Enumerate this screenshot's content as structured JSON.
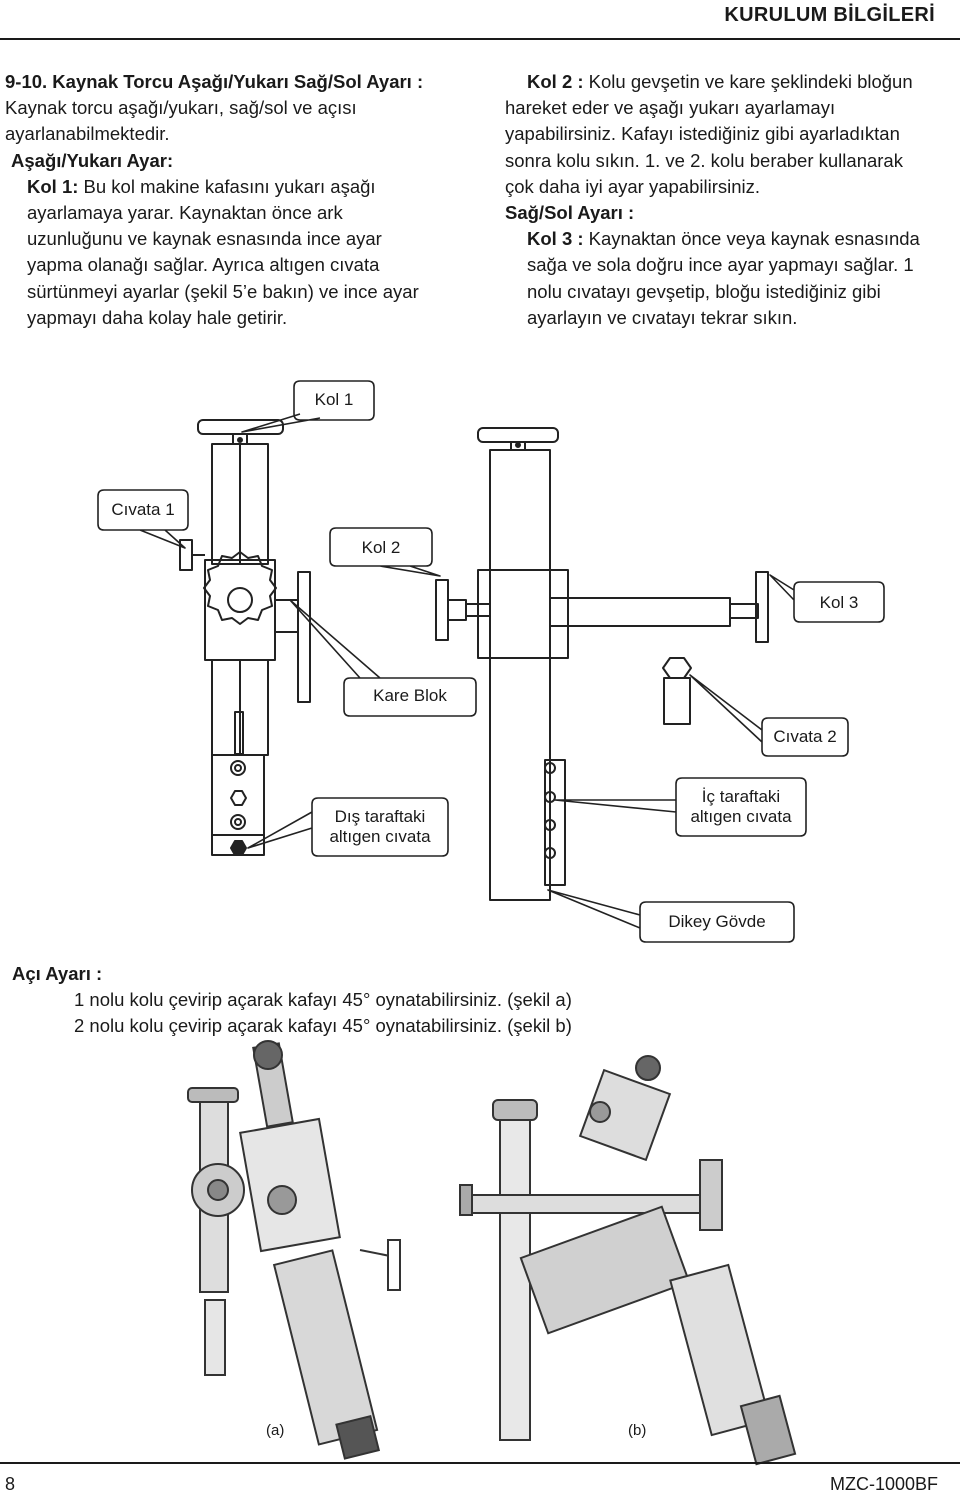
{
  "header": {
    "title": "KURULUM BİLGİLERİ"
  },
  "left_col": {
    "heading": "9-10. Kaynak Torcu Aşağı/Yukarı Sağ/Sol Ayarı :",
    "intro_1": "Kaynak torcu aşağı/yukarı, sağ/sol ve açısı",
    "intro_2": "ayarlanabilmektedir.",
    "sub_heading": "Aşağı/Yukarı Ayar:",
    "kol1_label": "Kol 1:",
    "kol1_text_1": " Bu kol makine kafasını yukarı aşağı",
    "kol1_text_2": "ayarlamaya yarar. Kaynaktan önce ark",
    "kol1_text_3": "uzunluğunu ve kaynak esnasında ince ayar",
    "kol1_text_4": "yapma olanağı sağlar. Ayrıca altıgen cıvata",
    "kol1_text_5": "sürtünmeyi ayarlar (şekil 5’e bakın) ve ince ayar",
    "kol1_text_6": "yapmayı daha kolay hale getirir."
  },
  "right_col": {
    "kol2_label": "Kol 2 :",
    "kol2_text_1": " Kolu gevşetin ve kare şeklindeki bloğun",
    "kol2_text_2": "hareket eder ve aşağı yukarı ayarlamayı",
    "kol2_text_3": "yapabilirsiniz. Kafayı istediğiniz gibi ayarladıktan",
    "kol2_text_4": "sonra kolu sıkın. 1. ve 2. kolu beraber kullanarak",
    "kol2_text_5": "çok daha iyi ayar yapabilirsiniz.",
    "sub_heading": "Sağ/Sol Ayarı :",
    "kol3_label": "Kol 3 :",
    "kol3_text_1": " Kaynaktan önce veya kaynak esnasında",
    "kol3_text_2": "sağa ve sola doğru ince ayar yapmayı sağlar. 1",
    "kol3_text_3": "nolu cıvatayı gevşetip, bloğu istediğiniz gibi",
    "kol3_text_4": "ayarlayın ve cıvatayı tekrar sıkın."
  },
  "diagram": {
    "kol1": "Kol 1",
    "civata1": "Cıvata 1",
    "kol2": "Kol 2",
    "kol3": "Kol 3",
    "kare_blok": "Kare Blok",
    "civata2": "Cıvata 2",
    "dis_line1": "Dış taraftaki",
    "dis_line2": "altıgen cıvata",
    "ic_line1": "İç taraftaki",
    "ic_line2": "altıgen cıvata",
    "dikey_govde": "Dikey Gövde"
  },
  "angle": {
    "heading": "Açı Ayarı :",
    "line_1": "1 nolu kolu çevirip açarak kafayı 45° oynatabilirsiniz. (şekil a)",
    "line_2": "2 nolu kolu çevirip açarak kafayı 45° oynatabilirsiniz. (şekil b)"
  },
  "photos": {
    "caption_a": "(a)",
    "caption_b": "(b)"
  },
  "footer": {
    "page_number": "8",
    "model": "MZC-1000BF"
  }
}
